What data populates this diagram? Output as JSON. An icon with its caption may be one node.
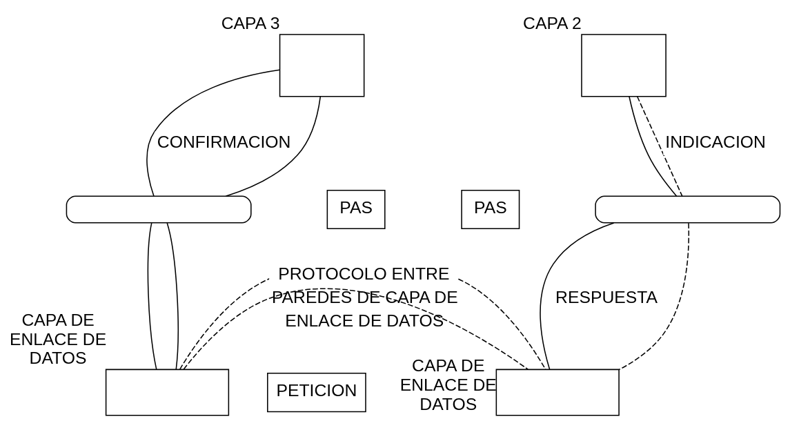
{
  "diagram": {
    "nodes": [
      {
        "text": [],
        "shape": "box",
        "beside": [
          "CAPA 3"
        ]
      },
      {
        "text": [],
        "shape": "box",
        "beside": [
          "CAPA 2"
        ]
      },
      {
        "text": [],
        "shape": "capsule"
      },
      {
        "text": [
          "PAS"
        ]
      },
      {
        "text": [
          "PETICION"
        ]
      },
      {
        "text": [],
        "shape": "capsule"
      },
      {
        "text": [
          "PAS"
        ]
      },
      {
        "text": [],
        "shape": "box",
        "beside": [
          "CAPA DE ENLACE DE DATOS"
        ]
      },
      {
        "text": [],
        "shape": "box",
        "beside": [
          "CAPA DE ENLACE DE DATOS"
        ]
      }
    ],
    "edges": [
      {
        "from": 0,
        "to": 2,
        "arrow": "none",
        "label": "CONFIRMACION"
      },
      {
        "from": 0,
        "to": 2,
        "arrow": "none"
      },
      {
        "from": 2,
        "to": 7,
        "arrow": "none"
      },
      {
        "from": 2,
        "to": 7,
        "arrow": "none"
      },
      {
        "from": 1,
        "to": 5,
        "arrow": "none"
      },
      {
        "from": 1,
        "to": 5,
        "arrow": "none",
        "style": "dashed",
        "label": "INDICACION"
      },
      {
        "from": 5,
        "to": 8,
        "arrow": "none",
        "label": "RESPUESTA"
      },
      {
        "from": 5,
        "to": 8,
        "arrow": "none",
        "style": "dashed"
      },
      {
        "from": 7,
        "to": 8,
        "arrow": "none",
        "style": "dashed",
        "label": "PROTOCOLO ENTRE PAREDES DE CAPA DE ENLACE DE DATOS"
      },
      {
        "from": 7,
        "to": 8,
        "arrow": "none",
        "style": "dashed"
      }
    ]
  }
}
